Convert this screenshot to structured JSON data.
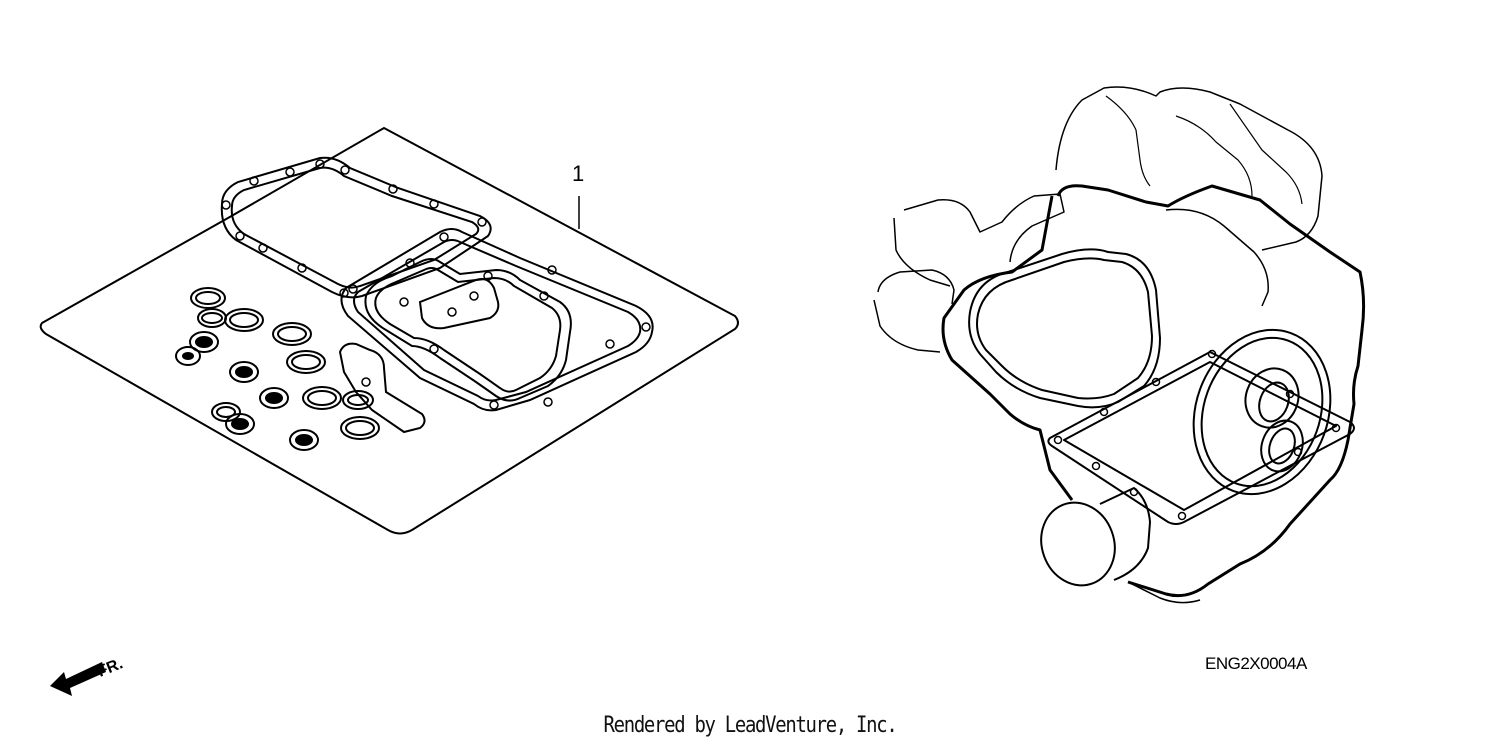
{
  "diagram": {
    "callout_number": "1",
    "direction_label": "FR.",
    "diagram_code": "ENG2X0004A"
  },
  "footer": {
    "credit": "Rendered by LeadVenture, Inc."
  },
  "colors": {
    "line": "#000000",
    "background": "#ffffff"
  }
}
